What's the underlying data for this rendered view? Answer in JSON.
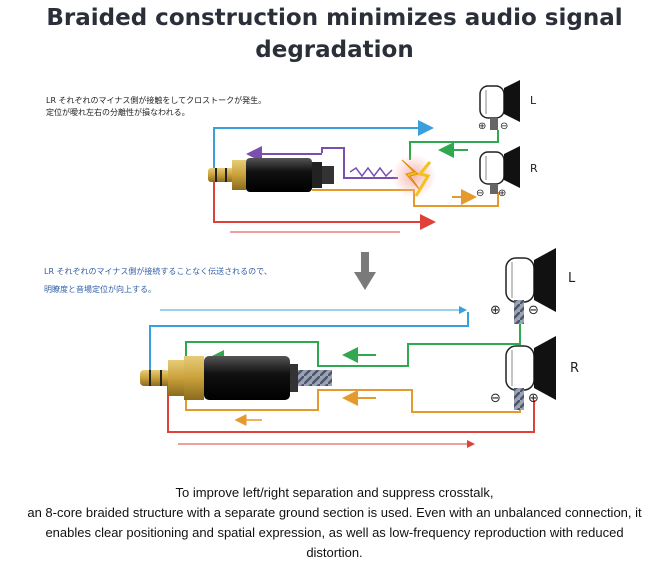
{
  "title_line1": "Braided construction minimizes audio signal",
  "title_line2": "degradation",
  "top_diagram": {
    "note_line1": "LR それぞれのマイナス側が接触をしてクロストークが発生。",
    "note_line2": "定位が曖れ左右の分離性が損なわれる。",
    "label_left": "L",
    "label_right": "R"
  },
  "bottom_diagram": {
    "note_line1": "LR それぞれのマイナス側が接続することなく伝送されるので、",
    "note_line2": "明瞭度と音場定位が向上する。",
    "label_left": "L",
    "label_right": "R"
  },
  "caption": {
    "line1": "To improve left/right separation and suppress crosstalk,",
    "line2": "an 8-core braided structure with a separate ground section is used. Even with an unbalanced connection, it",
    "line3": "enables clear positioning and spatial expression, as well as low-frequency reproduction with reduced",
    "line4": "distortion."
  },
  "colors": {
    "blue": "#3aa0dc",
    "green": "#2fa84f",
    "purple": "#7a4fb0",
    "orange": "#e59a2e",
    "red": "#e0403a",
    "jack_body": "#111111",
    "gold": "#c9a13a"
  }
}
